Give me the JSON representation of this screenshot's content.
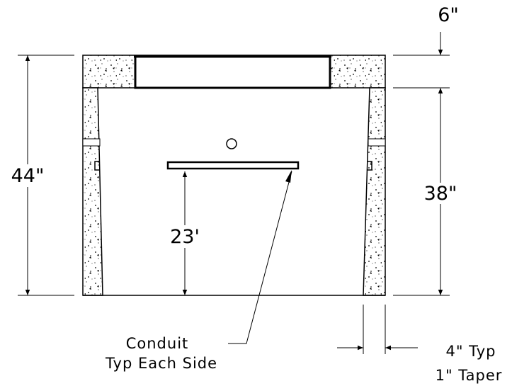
{
  "dimensions": {
    "top_slab": "6\"",
    "total_height": "44\"",
    "wall_height": "38\"",
    "conduit_height": "23'"
  },
  "notes": {
    "conduit_line1": "Conduit",
    "conduit_line2": "Typ Each Side",
    "wall_line1": "4\" Typ",
    "wall_line2": "1\" Taper"
  }
}
